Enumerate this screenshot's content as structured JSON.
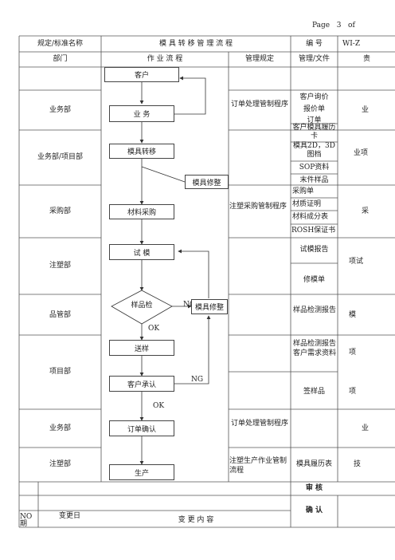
{
  "page": {
    "label": "Page",
    "num": "3",
    "of": "of"
  },
  "header": {
    "standard_name": "规定/标准名称",
    "doc_title": "模 具 转 移 管 理 流 程",
    "number_label": "编 号",
    "number_value": "WI-Z",
    "dept": "部门",
    "flow": "作 业 流 程",
    "mgmt": "管理规定",
    "docs": "管理/文件",
    "resp": "责"
  },
  "rows": [
    {
      "dept": "",
      "mgmt": "",
      "docs": [],
      "resp": ""
    },
    {
      "dept": "业务部",
      "mgmt": "订单处理管制程序",
      "docs": [
        "客户询价",
        "报价单",
        "订单"
      ],
      "resp": "业"
    },
    {
      "dept": "业务部/项目部",
      "mgmt": "",
      "docs": [
        "客户模具履历卡",
        "模具2D，3D图档",
        "SOP资料",
        "末件样品"
      ],
      "resp": "业项"
    },
    {
      "dept": "采购部",
      "mgmt": "注塑采购管制程序",
      "docs": [
        "采购单",
        "材质证明",
        "材料成分表",
        "ROSH保证书"
      ],
      "resp": "采"
    },
    {
      "dept": "注塑部",
      "mgmt": "",
      "docs": [
        "试模报告",
        "修模单"
      ],
      "resp": "项试"
    },
    {
      "dept": "品管部",
      "mgmt": "",
      "docs": [
        "样品检测报告"
      ],
      "resp": "模"
    },
    {
      "dept": "项目部",
      "mgmt": "",
      "docs": [
        "样品检测报告 客户需求资料",
        "签样品"
      ],
      "resp": "项"
    },
    {
      "dept": "业务部",
      "mgmt": "订单处理管制程序",
      "docs": [],
      "resp": "业"
    },
    {
      "dept": "注塑部",
      "mgmt": "注塑生产作业管制流程",
      "docs": [
        "模具履历表"
      ],
      "resp": "技"
    }
  ],
  "flow": {
    "customer": "客户",
    "business": "业 务",
    "transfer": "模具转移",
    "repair1": "模具修整",
    "purchase": "材料采购",
    "trial": "试 模",
    "inspect": "样品检",
    "ng1": "NG",
    "repair2": "模具修整",
    "ok1": "OK",
    "send": "送样",
    "approve": "客户承认",
    "ng2": "NG",
    "ok2": "OK",
    "order": "订单确认",
    "produce": "生产"
  },
  "footer": {
    "review": "审 核",
    "confirm": "确 认",
    "no": "NO",
    "period": "期",
    "change_date": "变更日",
    "change_content": "变 更 内 容"
  }
}
